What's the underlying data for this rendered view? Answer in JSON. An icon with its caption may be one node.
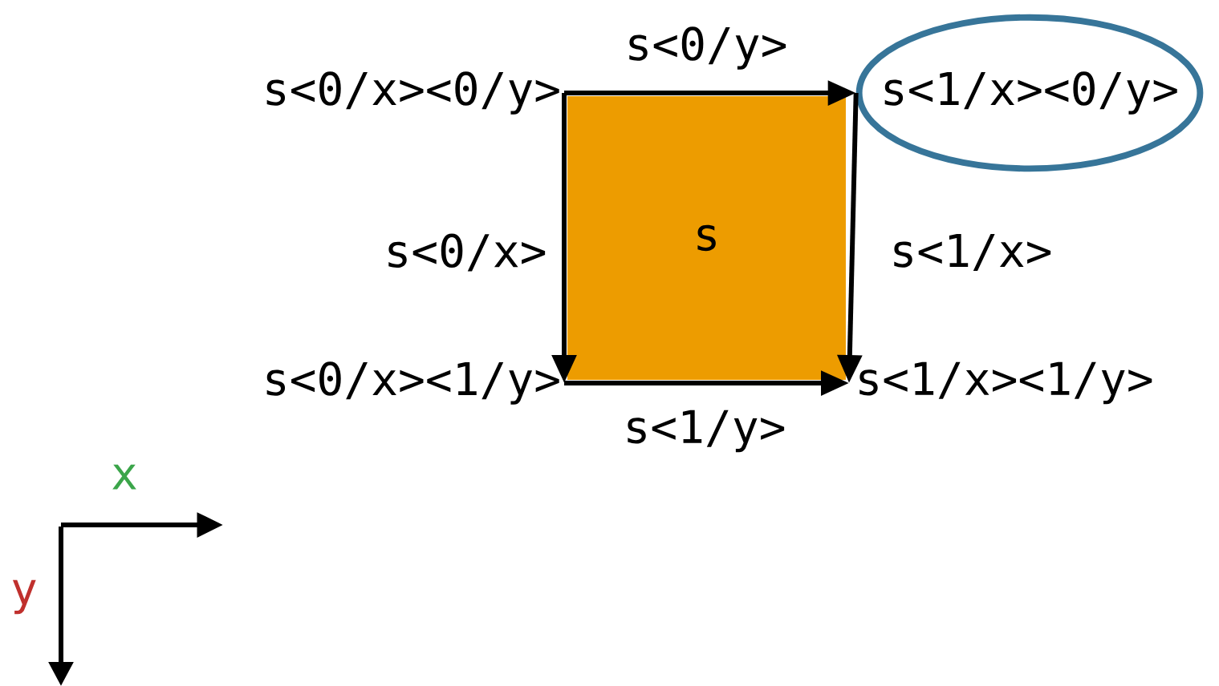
{
  "diagram": {
    "nodes": [
      {
        "text": [
          "s"
        ]
      },
      {
        "text": [
          "s<0/x><0/y>"
        ]
      },
      {
        "text": [
          "s<1/x><0/y>"
        ]
      },
      {
        "text": [
          "s<0/x><1/y>"
        ]
      },
      {
        "text": [
          "s<1/x><1/y>"
        ]
      }
    ],
    "edges": [
      {
        "from": 1,
        "to": 2,
        "arrow": "to",
        "label": "s<0/y>"
      },
      {
        "from": 1,
        "to": 3,
        "arrow": "to",
        "label": "s<0/x>"
      },
      {
        "from": 2,
        "to": 4,
        "arrow": "to",
        "label": "s<1/x>"
      },
      {
        "from": 3,
        "to": 4,
        "arrow": "to",
        "label": "s<1/y>"
      }
    ],
    "labels": [
      "x",
      "y"
    ]
  }
}
